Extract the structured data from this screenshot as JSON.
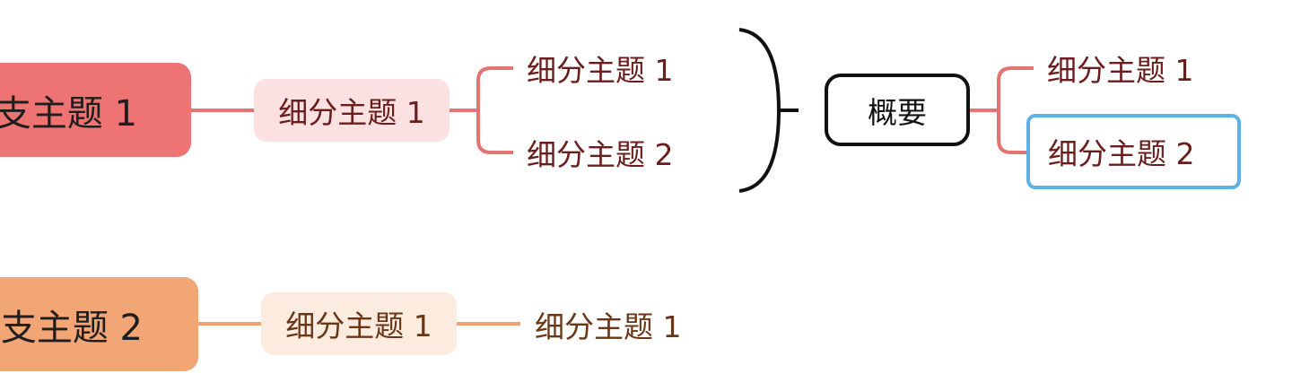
{
  "colors": {
    "branch_1": "#ee7373",
    "branch_2": "#f2a575",
    "branch_1_line": "#e47474",
    "branch_2_line": "#efa070",
    "sub_1_fill": "#fbe1e1",
    "sub_2_fill": "#fcece0",
    "summary_border": "#111111",
    "selection_border": "#5eb0e5"
  },
  "mindmap": {
    "branches": [
      {
        "label": "支主题 1",
        "subtopic": "细分主题 1",
        "leaves": [
          "细分主题 1",
          "细分主题 2"
        ]
      },
      {
        "label": "支主题 2",
        "subtopic": "细分主题 1",
        "leaves": [
          "细分主题 1"
        ]
      }
    ],
    "summary": {
      "label": "概要",
      "children": [
        "细分主题 1",
        "细分主题 2"
      ],
      "selected_child_index": 1
    }
  }
}
